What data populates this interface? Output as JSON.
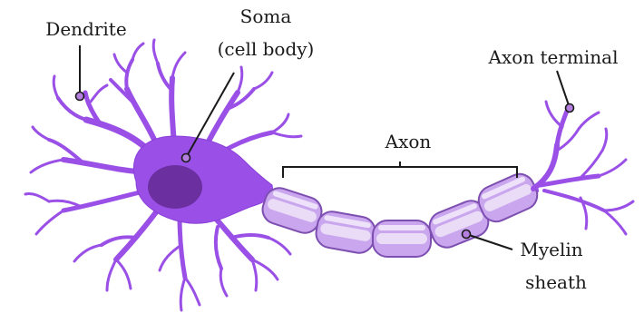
{
  "labels": {
    "dendrite": "Dendrite",
    "soma_line1": "Soma",
    "soma_line2": "(cell body)",
    "axon_terminal": "Axon terminal",
    "axon": "Axon",
    "myelin_line1": "Myelin",
    "myelin_line2": "sheath"
  },
  "colors": {
    "neuron": "#9a50e6",
    "nucleus": "#6b2fa0",
    "myelin": "#c9a6ee",
    "text": "#1a1a1a"
  }
}
